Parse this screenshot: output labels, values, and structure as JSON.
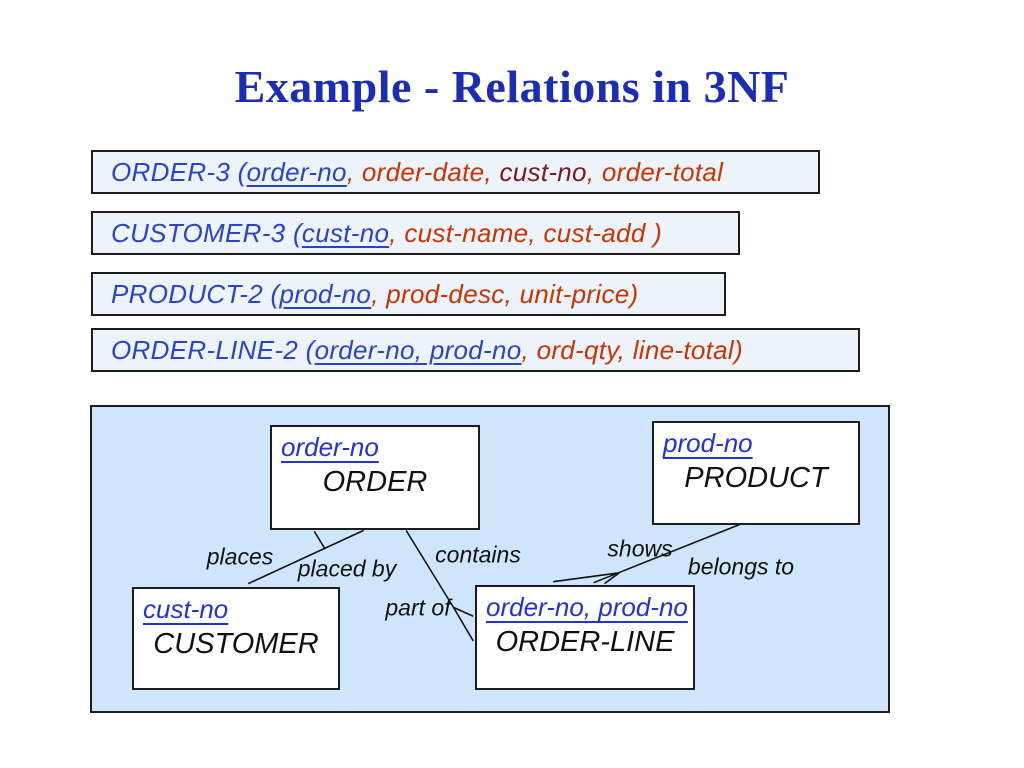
{
  "title": "Example - Relations in 3NF",
  "colors": {
    "title_blue": "#1b2db4",
    "relation_name_blue": "#2944cc",
    "key_blue": "#2230dd",
    "attribute_orange": "#cc3300",
    "foreign_key_maroon": "#7b1a1a",
    "relation_row_background": "#edf3fb",
    "diagram_background": "#cfe5fb",
    "border_black": "#1d1d1d"
  },
  "relations": [
    {
      "id": "ORDER-3",
      "segments": {
        "name": "ORDER-3 (",
        "key": "order-no",
        "rest1": ", ",
        "attr1": "order-date",
        "rest2": ", ",
        "fk": "cust-no",
        "rest3": ", ",
        "attr2": "order-total"
      }
    },
    {
      "id": "CUSTOMER-3",
      "segments": {
        "name": "CUSTOMER-3 (",
        "key": "cust-no",
        "rest": ", cust-name, cust-add )"
      }
    },
    {
      "id": "PRODUCT-2",
      "segments": {
        "name": "PRODUCT-2 (",
        "key": "prod-no",
        "rest": ", prod-desc, unit-price)"
      }
    },
    {
      "id": "ORDER-LINE-2",
      "segments": {
        "name": "ORDER-LINE-2 (",
        "key": "order-no, prod-no",
        "rest": ", ord-qty, line-total)"
      }
    }
  ],
  "diagram": {
    "entities": {
      "order": {
        "key": "order-no",
        "name": "ORDER"
      },
      "product": {
        "key": "prod-no",
        "name": "PRODUCT"
      },
      "customer": {
        "key": "cust-no",
        "name": "CUSTOMER"
      },
      "order_line": {
        "key": "order-no, prod-no",
        "name": "ORDER-LINE"
      }
    },
    "labels": {
      "places": "places",
      "placed_by": "placed by",
      "contains": "contains",
      "shows": "shows",
      "belongs_to": "belongs to",
      "part_of": "part of"
    }
  }
}
